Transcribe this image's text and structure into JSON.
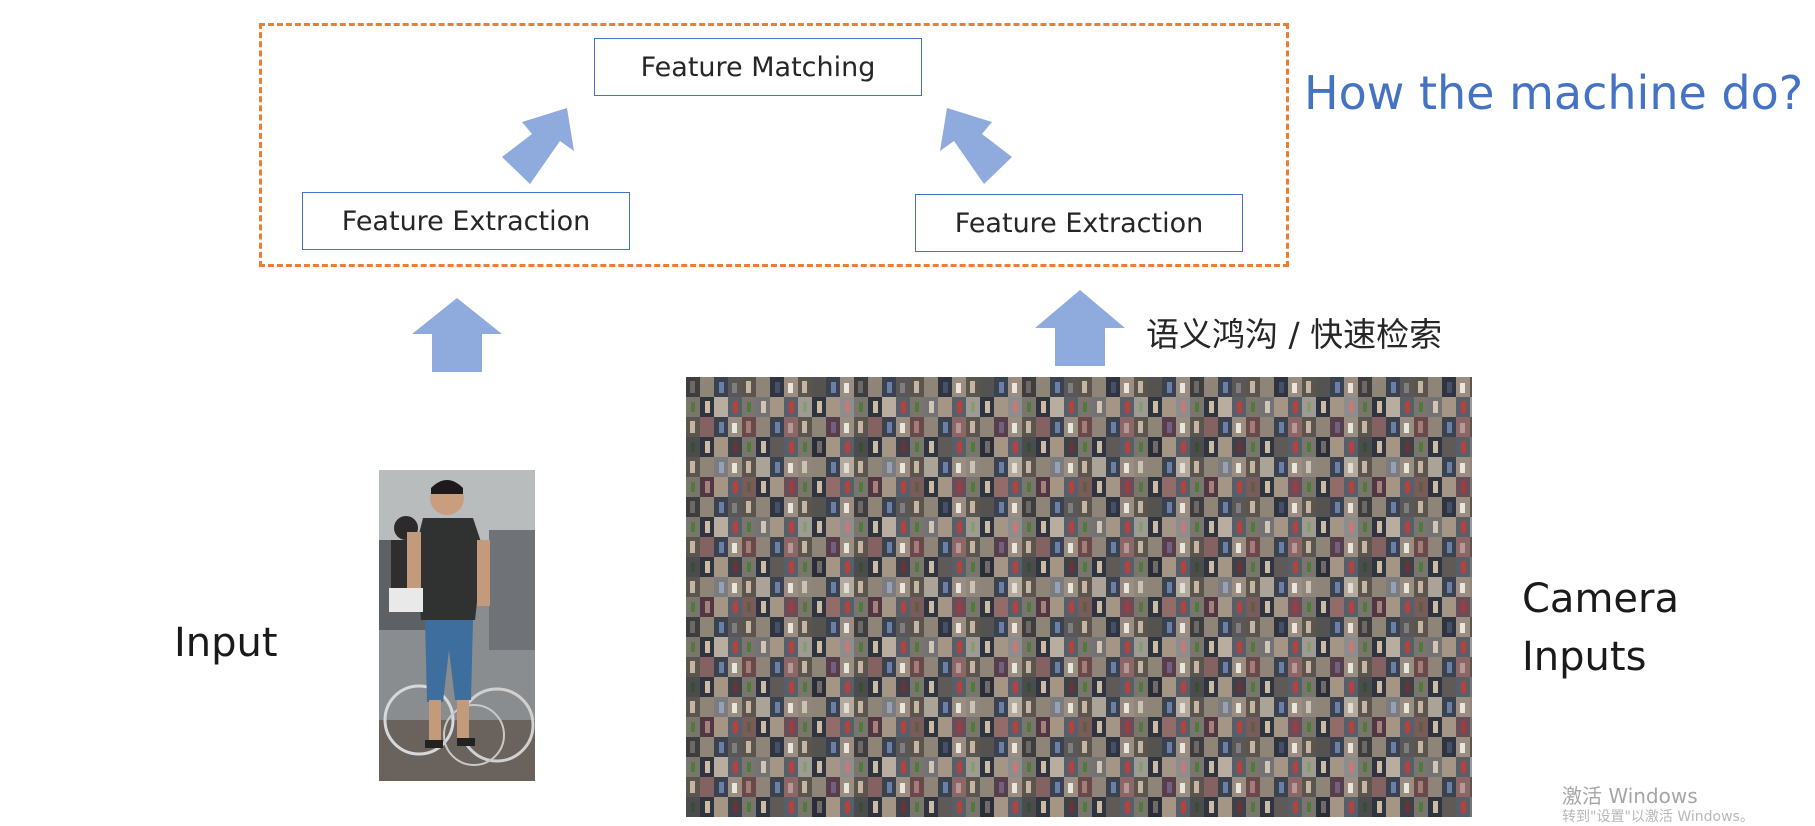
{
  "diagram": {
    "feature_matching_label": "Feature Matching",
    "feature_extraction_left_label": "Feature Extraction",
    "feature_extraction_right_label": "Feature Extraction",
    "question_title": "How the machine do?",
    "cn_retrieval_label": "语义鸿沟 / 快速检索",
    "input_label": "Input",
    "camera_inputs_line1": "Camera",
    "camera_inputs_line2": "Inputs"
  },
  "watermark": {
    "line1": "激活 Windows",
    "line2": "转到\"设置\"以激活 Windows。"
  },
  "colors": {
    "frame_dash": "#ed7d31",
    "box_border": "#4472c4",
    "arrow_fill": "#8faadc",
    "title_text": "#4472c4"
  },
  "icons": {
    "arrow": "block-arrow-icon",
    "input_photo": "pedestrian-photo",
    "gallery": "pedestrian-gallery-mosaic"
  }
}
